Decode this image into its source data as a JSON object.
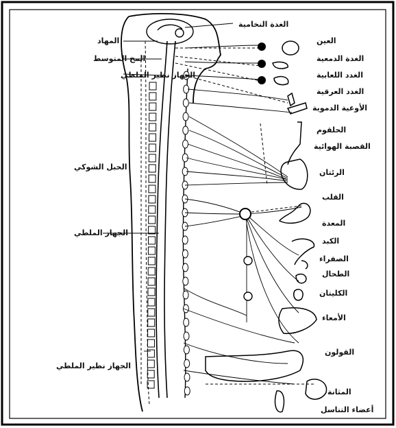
{
  "labels": {
    "left": {
      "hypothalamus": "المهاد",
      "midbrain": "المخ المتوسط",
      "sympathetic_chain": "الحبل الشوكي",
      "autonomic": "الجهاز الملطي",
      "parasympathetic_lower": "الجهاز نظير الملطي"
    },
    "top": {
      "pituitary": "الغدة النخامية",
      "parasympathetic_upper": "الجهاز نظير الملطي"
    },
    "right": {
      "eye": "العين",
      "lacrimal": "الغدة الدمعية",
      "salivary": "الغدد اللعابية",
      "sweat": "الغدد العرقية",
      "vessels": "الأوعية الدموية",
      "bronchi": "الحلقوم",
      "trachea": "القصبة الهوائية",
      "lungs": "الرئتان",
      "heart": "القلب",
      "stomach": "المعدة",
      "liver": "الكبد",
      "gall": "الصفراء",
      "spleen": "الطحال",
      "kidneys": "الكليتان",
      "intestines": "الأمعاء",
      "colon": "القولون",
      "bladder": "المثانة",
      "genitals": "أعضاء التناسل"
    }
  }
}
